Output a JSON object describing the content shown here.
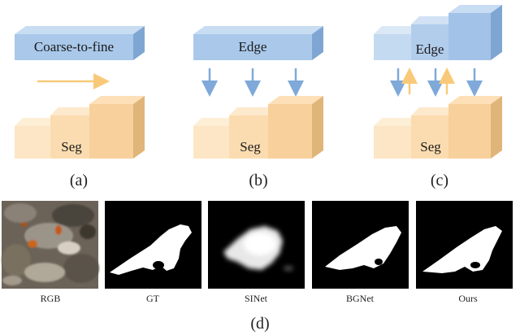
{
  "panels": [
    {
      "id": "a",
      "label": "(a)",
      "top_block": "Coarse-to-fine",
      "bottom_block": "Seg"
    },
    {
      "id": "b",
      "label": "(b)",
      "top_block": "Edge",
      "bottom_block": "Seg"
    },
    {
      "id": "c",
      "label": "(c)",
      "top_block": "Edge",
      "bottom_block": "Seg"
    }
  ],
  "thumbnails": [
    {
      "label": "RGB",
      "kind": "photo"
    },
    {
      "label": "GT",
      "kind": "mask"
    },
    {
      "label": "SINet",
      "kind": "mask"
    },
    {
      "label": "BGNet",
      "kind": "mask"
    },
    {
      "label": "Ours",
      "kind": "mask"
    }
  ],
  "thumbnails_label": "(d)",
  "colors": {
    "edge_front": "#a9c8ea",
    "edge_top": "#c8dcf2",
    "edge_side": "#7fa6d3",
    "seg_front": "#fbdcb0",
    "seg_top": "#fde9cc",
    "seg_side": "#e0b57a",
    "arrow_blue": "#7ea9d9",
    "arrow_orange": "#f9c97a"
  }
}
